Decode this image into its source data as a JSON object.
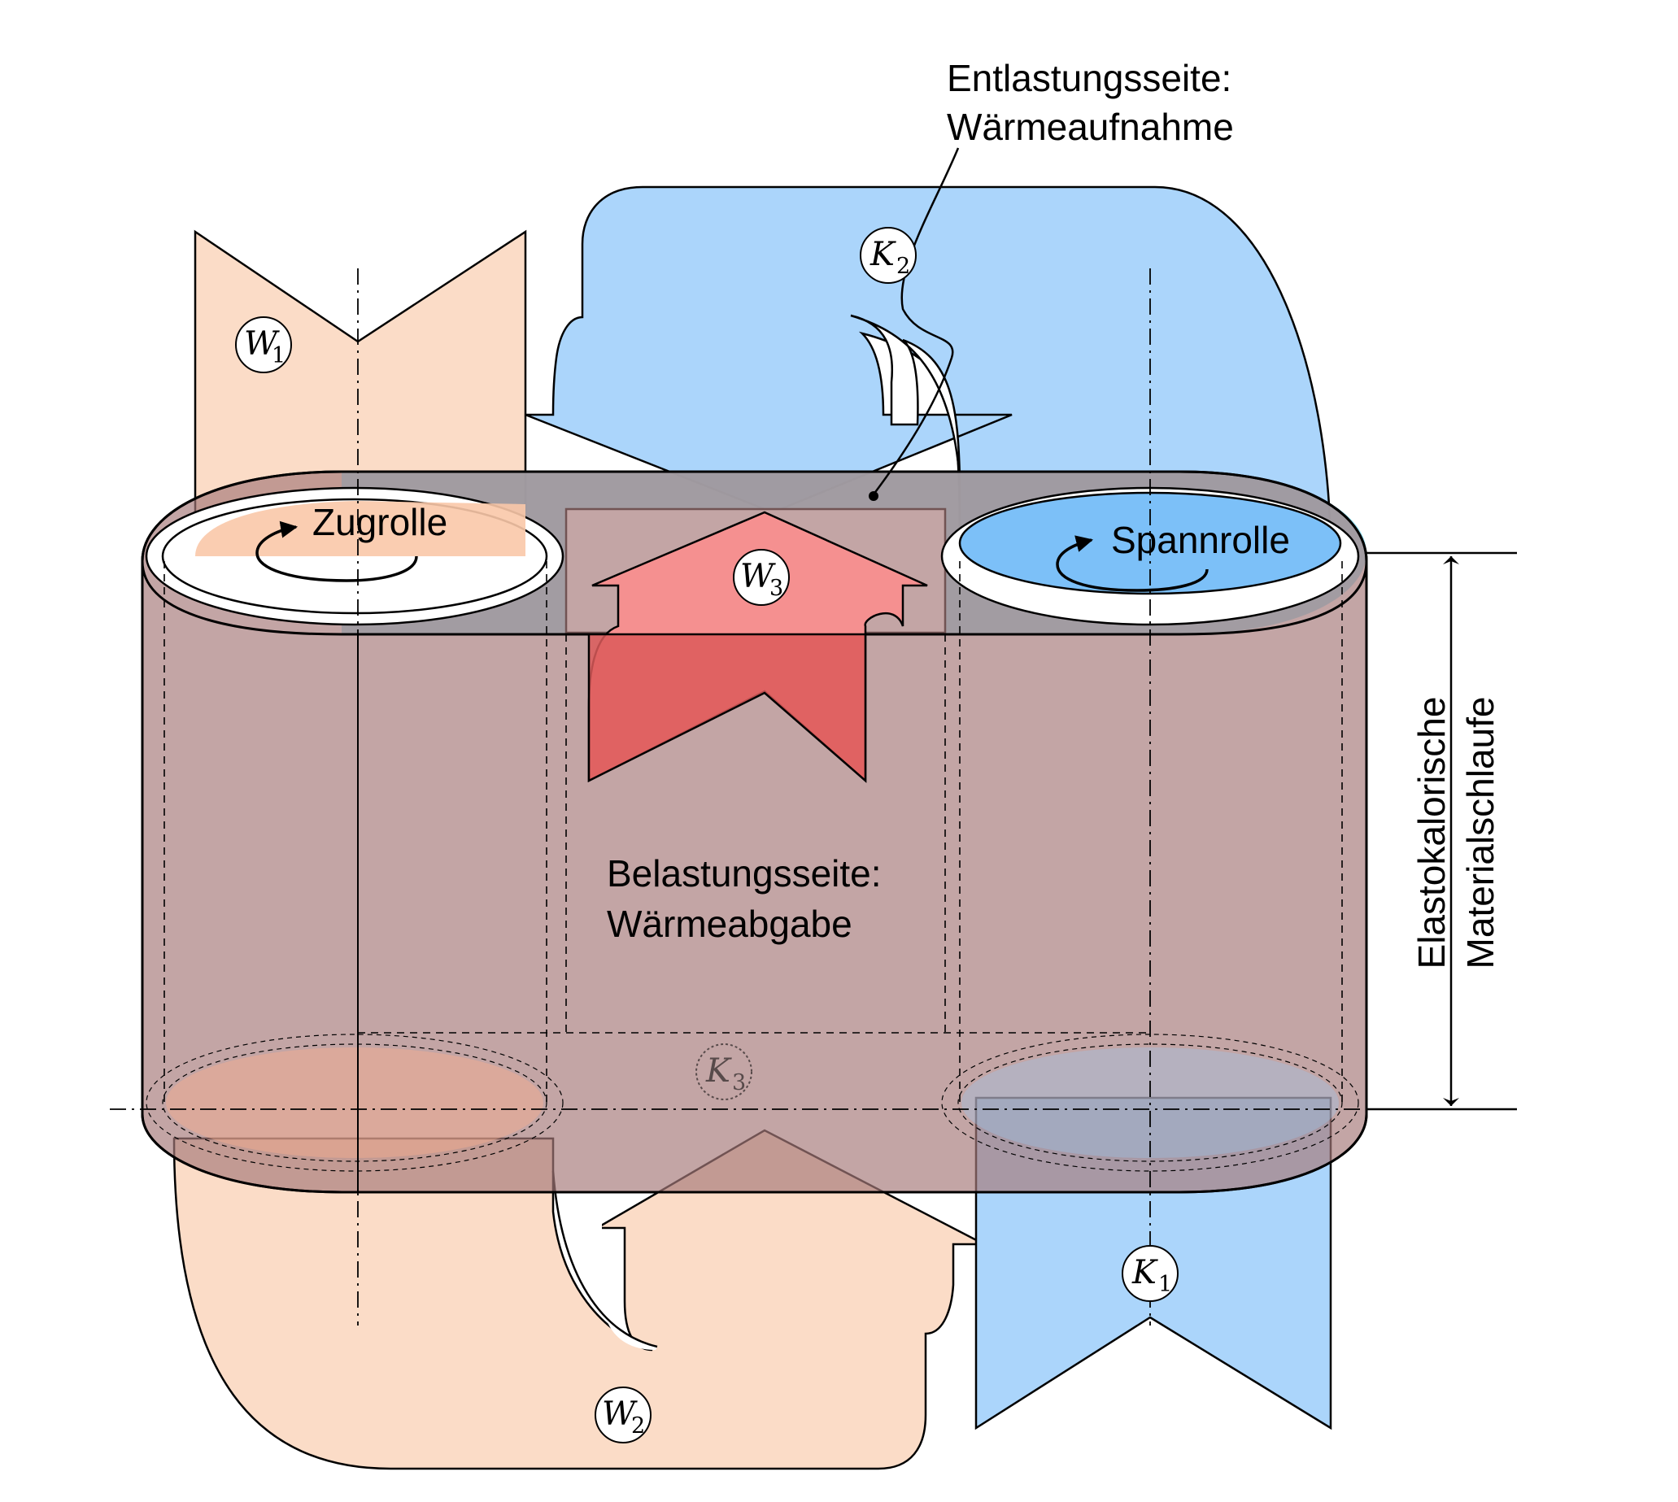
{
  "labels": {
    "zugrolle": "Zugrolle",
    "spannrolle": "Spannrolle",
    "entlastung_line1": "Entlastungsseite:",
    "entlastung_line2": "Wärmeaufnahme",
    "belastung_line1": "Belastungsseite:",
    "belastung_line2": "Wärmeabgabe",
    "schlaufe_line1": "Elastokalorische",
    "schlaufe_line2": "Materialschlaufe"
  },
  "flows": {
    "w1": {
      "symbol": "W",
      "index": "1"
    },
    "w2": {
      "symbol": "W",
      "index": "2"
    },
    "w3": {
      "symbol": "W",
      "index": "3"
    },
    "k1": {
      "symbol": "K",
      "index": "1"
    },
    "k2": {
      "symbol": "K",
      "index": "2"
    },
    "k3": {
      "symbol": "K",
      "index": "3"
    }
  },
  "colors": {
    "warm": "#fbdcc7",
    "warm_edge": "#f9c8a8",
    "cold": "#abd5fb",
    "cold_roller": "#7cc0f8",
    "hot_core": "#f59090",
    "hot_core_dark": "#dc5a5a",
    "cyan_top": "#92e2f6",
    "loop_body": "#a67b7b"
  }
}
